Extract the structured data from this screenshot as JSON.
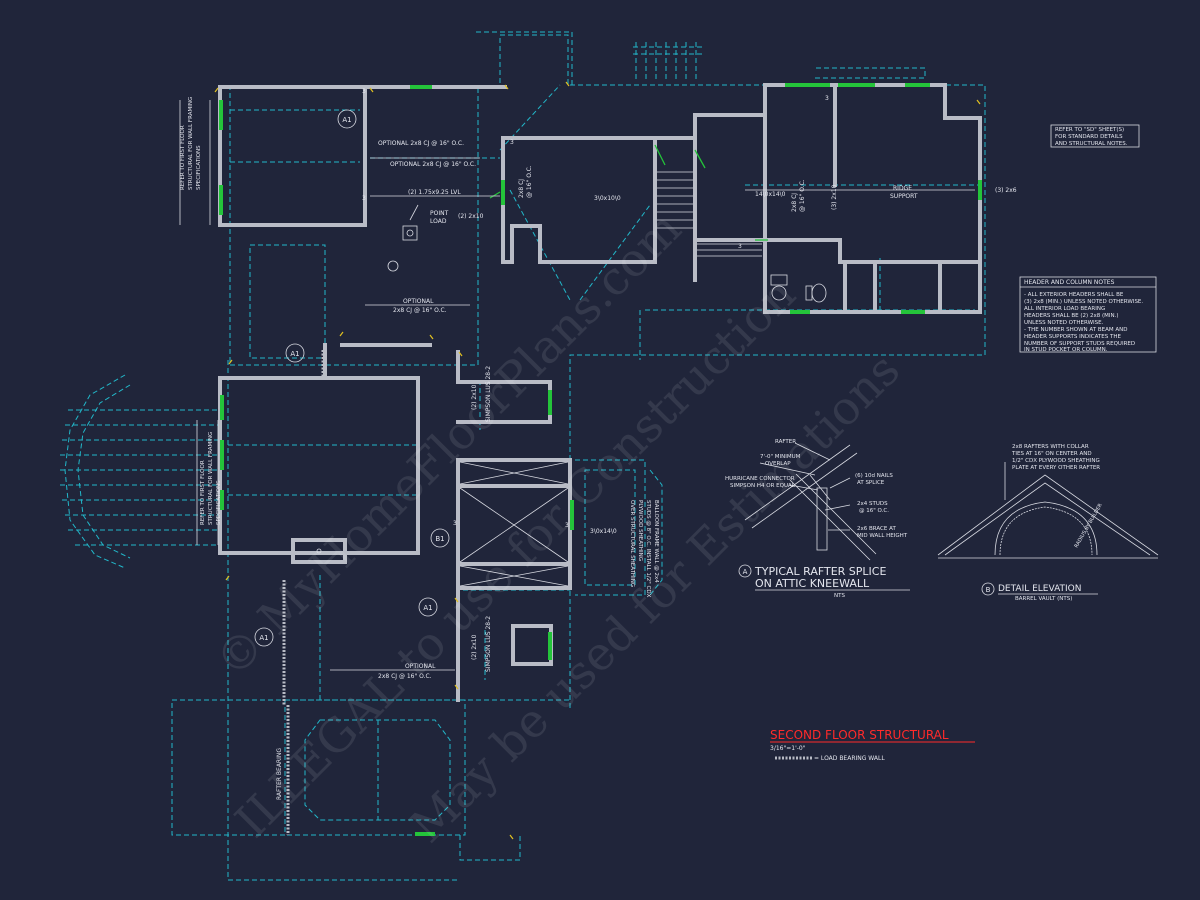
{
  "notes": {
    "structural_ref": [
      "REFER TO \"SD\" SHEET(S)",
      "FOR STANDARD DETAILS",
      "AND STRUCTURAL NOTES."
    ],
    "header_column_title": "HEADER AND COLUMN NOTES",
    "header_column_lines": [
      "- ALL EXTERIOR HEADERS SHALL BE",
      "(3) 2x8 (MIN.) UNLESS NOTED OTHERWISE.",
      "ALL INTERIOR LOAD BEARING",
      "HEADERS SHALL BE (2) 2x8 (MIN.)",
      "UNLESS NOTED OTHERWISE.",
      "- THE NUMBER SHOWN AT BEAM AND",
      "HEADER SUPPORTS INDICATES THE",
      "NUMBER OF SUPPORT STUDS REQUIRED",
      "IN STUD POCKET OR COLUMN."
    ],
    "first_floor_ref": [
      "REFER TO FIRST FLOOR",
      "STRUCTURAL FOR WALL FRAMING",
      "SPECIFICATIONS"
    ]
  },
  "labels": {
    "opt_cj": "OPTIONAL 2x8 CJ @ 16\" O.C.",
    "lvl": "(2) 1.75x9.25 LVL",
    "two_2x10": "(2) 2x10",
    "point_load": [
      "POINT",
      "LOAD"
    ],
    "optional": "OPTIONAL",
    "cj_16": "2x8 CJ @ 16\" O.C.",
    "cj_vert": [
      "2x8 CJ",
      "@ 16\" O.C."
    ],
    "three_2x6": "(3) 2x6",
    "three_2x10": "(3) 2x10",
    "ridge_support": [
      "RIDGE",
      "SUPPORT"
    ],
    "simpson": "SIMPSON LUS 28-2",
    "two_2x10_sm": "(2) 2x10",
    "rafter_bearing": "RAFTER BEARING",
    "balloon_frame": [
      "BALLOON FRAME WALL @ 2x4",
      "STUDS @ 8\" O.C. INSTALL 1/2\" CDX",
      "PLYWOOD SHEATHING",
      "OVER STRUCTURAL SHEATHING"
    ],
    "dim_a": "3\\0x10\\0",
    "dim_b": "14\\0x14\\0",
    "dim_c": "3\\0x14\\0",
    "three": "3"
  },
  "markers": {
    "a1": "A1",
    "b1": "B1"
  },
  "detail_a": {
    "rafter": "RAFTER",
    "overlap": [
      "7'-0\" MINIMUM",
      "OVERLAP"
    ],
    "hurricane": [
      "HURRICANE CONNECTOR",
      "SIMPSON H4 OR EQUAL"
    ],
    "nails": [
      "(6) 10d NAILS",
      "AT SPLICE"
    ],
    "studs": [
      "2x4 STUDS",
      "@ 16\" O.C."
    ],
    "brace": [
      "2x6 BRACE AT",
      "MID WALL HEIGHT"
    ],
    "marker": "A",
    "title": [
      "TYPICAL RAFTER SPLICE",
      "ON ATTIC KNEEWALL"
    ],
    "scale": "NTS"
  },
  "detail_b": {
    "note": [
      "2x8 RAFTERS WITH COLLAR",
      "TIES AT 16\" ON CENTER AND",
      "1/2\" CDX PLYWOOD SHEATHING",
      "PLATE AT EVERY OTHER RAFTER"
    ],
    "radius": "RADIUS BY BUILDER",
    "marker": "B",
    "title": "DETAIL ELEVATION",
    "sub": "BARREL VAULT (NTS)"
  },
  "sheet": {
    "title": "SECOND FLOOR STRUCTURAL",
    "scale": "3/16\"=1'-0\"",
    "legend": "= LOAD BEARING WALL"
  },
  "watermark": [
    "© MyHomeFloorPlans.com",
    "ILLEGAL to use for Construction",
    "May be used for Estimations"
  ],
  "colors": {
    "background": "#20253a",
    "wall": "#b9bcc6",
    "dashed": "#22b7c9",
    "header": "#24c43a",
    "title_red": "#ff2a2a"
  }
}
